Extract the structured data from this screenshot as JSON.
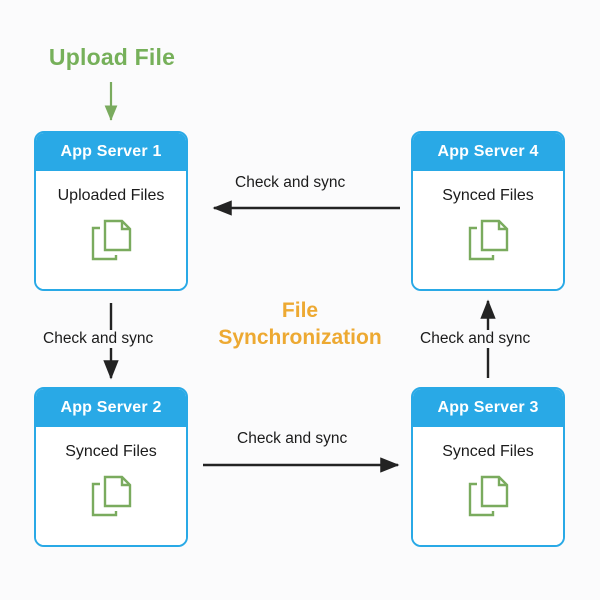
{
  "diagram": {
    "title_center": [
      "File",
      "Synchronization"
    ],
    "upload_label": "Upload File",
    "accent_blue": "#29a9e6",
    "accent_green": "#76b05a",
    "accent_orange": "#eda932",
    "background": "#fbfbfc",
    "icon_name": "copy-files-icon",
    "servers": [
      {
        "id": "s1",
        "header": "App Server 1",
        "label": "Uploaded Files",
        "icon": "copy-files-icon"
      },
      {
        "id": "s4",
        "header": "App Server 4",
        "label": "Synced Files",
        "icon": "copy-files-icon"
      },
      {
        "id": "s2",
        "header": "App Server 2",
        "label": "Synced Files",
        "icon": "copy-files-icon"
      },
      {
        "id": "s3",
        "header": "App Server 3",
        "label": "Synced Files",
        "icon": "copy-files-icon"
      }
    ],
    "edges": [
      {
        "id": "upload",
        "label": "",
        "from": "Upload File",
        "to": "App Server 1",
        "direction": "down"
      },
      {
        "id": "top",
        "label": "Check and sync",
        "from": "App Server 4",
        "to": "App Server 1",
        "direction": "left"
      },
      {
        "id": "left",
        "label": "Check and sync",
        "from": "App Server 1",
        "to": "App Server 2",
        "direction": "down"
      },
      {
        "id": "bottom",
        "label": "Check and sync",
        "from": "App Server 2",
        "to": "App Server 3",
        "direction": "right"
      },
      {
        "id": "right",
        "label": "Check and sync",
        "from": "App Server 3",
        "to": "App Server 4",
        "direction": "up"
      }
    ]
  }
}
